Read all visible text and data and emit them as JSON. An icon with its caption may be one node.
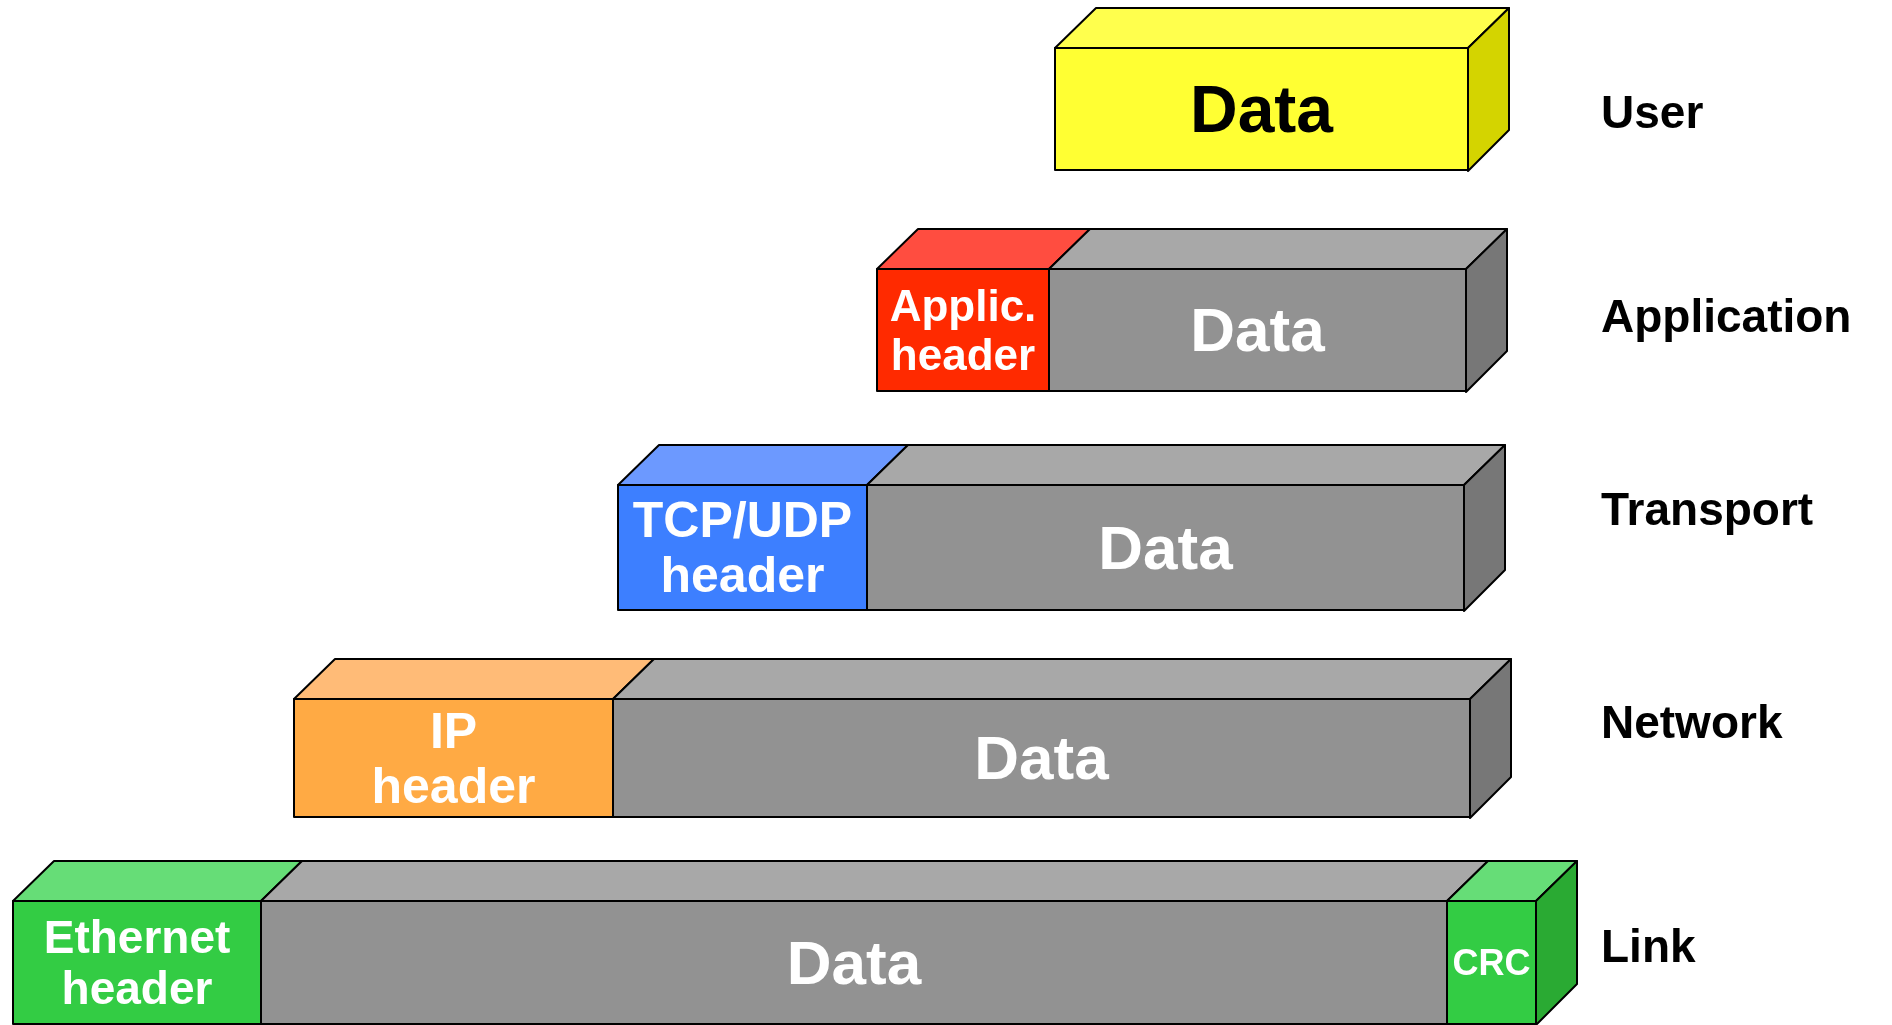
{
  "diagram": {
    "nodes": [
      {
        "text": [
          "Data"
        ]
      },
      {
        "text": [
          "Applic. header"
        ]
      },
      {
        "text": [
          "Data"
        ]
      },
      {
        "text": [
          "TCP/UDP header"
        ]
      },
      {
        "text": [
          "Data"
        ]
      },
      {
        "text": [
          "IP header"
        ]
      },
      {
        "text": [
          "Data"
        ]
      },
      {
        "text": [
          "Ethernet header"
        ]
      },
      {
        "text": [
          "Data"
        ]
      },
      {
        "text": [
          "CRC"
        ]
      }
    ],
    "labels": [
      "User",
      "Application",
      "Transport",
      "Network",
      "Link"
    ]
  }
}
